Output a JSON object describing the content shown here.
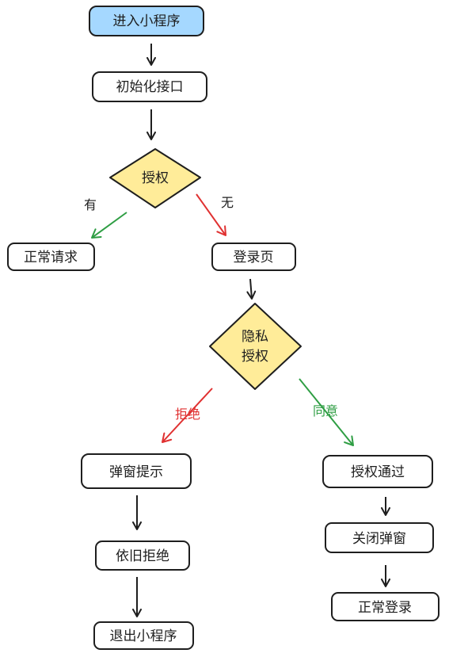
{
  "colors": {
    "stroke": "#1e1e1e",
    "start_fill": "#a5d8ff",
    "decision_fill": "#ffec99",
    "box_fill": "#ffffff",
    "arrow_default": "#1e1e1e",
    "arrow_green": "#2f9e44",
    "arrow_red": "#e03131",
    "label_default": "#1e1e1e",
    "label_green": "#2f9e44",
    "label_red": "#e03131"
  },
  "nodes": {
    "start": "进入小程序",
    "init": "初始化接口",
    "auth": "授权",
    "normal_request": "正常请求",
    "login_page": "登录页",
    "privacy_line1": "隐私",
    "privacy_line2": "授权",
    "popup_tip": "弹窗提示",
    "still_refuse": "依旧拒绝",
    "exit": "退出小程序",
    "auth_pass": "授权通过",
    "close_popup": "关闭弹窗",
    "normal_login": "正常登录"
  },
  "edge_labels": {
    "has": "有",
    "none": "无",
    "refuse": "拒绝",
    "agree": "同意"
  }
}
